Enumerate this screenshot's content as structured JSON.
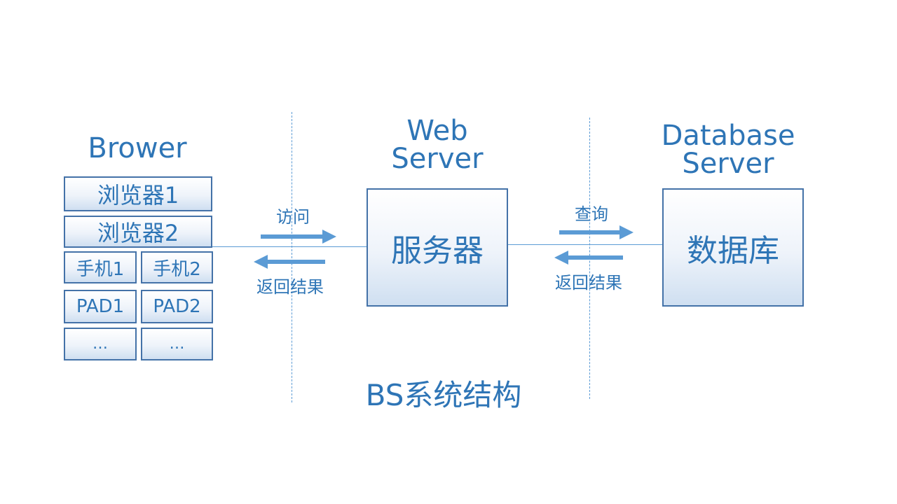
{
  "columns": {
    "browser": {
      "title": "Brower",
      "items": [
        "浏览器1",
        "浏览器2",
        "手机1",
        "手机2",
        "PAD1",
        "PAD2",
        "…",
        "…"
      ]
    },
    "web_server": {
      "title_line1": "Web",
      "title_line2": "Server",
      "box_label": "服务器"
    },
    "database_server": {
      "title_line1": "Database",
      "title_line2": "Server",
      "box_label": "数据库"
    }
  },
  "links": {
    "browser_to_web": {
      "request": "访问",
      "response": "返回结果"
    },
    "web_to_db": {
      "request": "查询",
      "response": "返回结果"
    }
  },
  "caption": "BS系统结构",
  "colors": {
    "text": "#2e75b6",
    "border": "#4472a8",
    "arrow": "#5b9bd5"
  }
}
